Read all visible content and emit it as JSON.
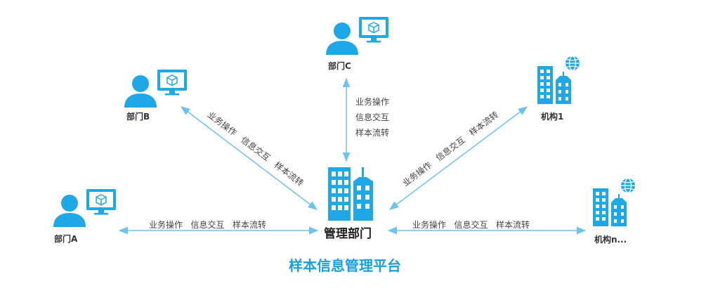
{
  "colors": {
    "accent": "#1FA8E8",
    "line": "#6CC3EE",
    "window": "#ffffff",
    "title": "#1AA0E0"
  },
  "center": {
    "label": "管理部门",
    "icon": "building-icon"
  },
  "platform": {
    "title": "样本信息管理平台"
  },
  "nodes": {
    "dept_a": {
      "label": "部门A",
      "icon": "user-monitor-icon"
    },
    "dept_b": {
      "label": "部门B",
      "icon": "user-monitor-icon"
    },
    "dept_c": {
      "label": "部门C",
      "icon": "user-monitor-icon"
    },
    "org_1": {
      "label": "机构1",
      "icon": "building-globe-icon"
    },
    "org_n": {
      "label": "机构n...",
      "icon": "building-globe-icon"
    }
  },
  "edge_text": {
    "op": "业务操作",
    "info": "信息交互",
    "flow": "样本流转"
  }
}
